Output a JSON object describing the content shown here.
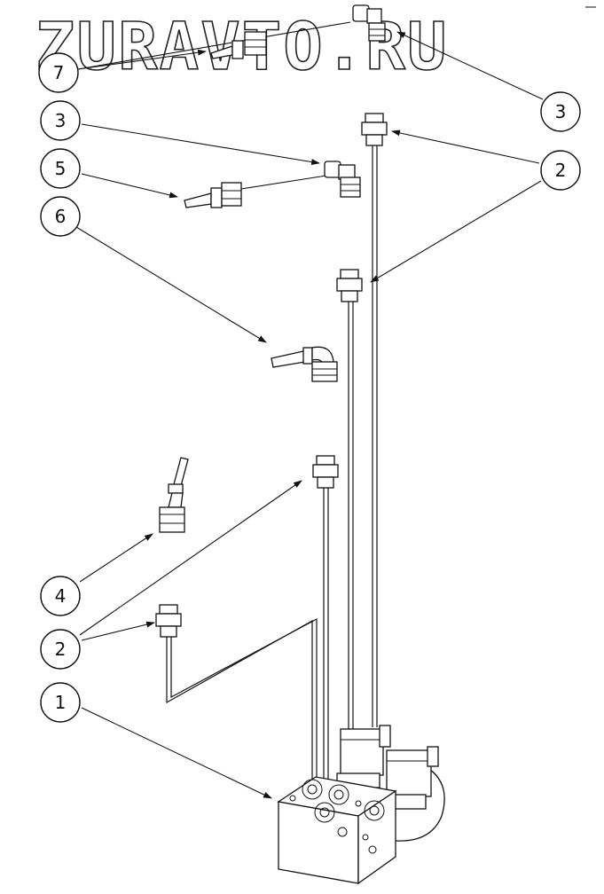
{
  "watermark": "ZURAVTO.RU",
  "callouts": [
    {
      "id": "c7",
      "label": "7"
    },
    {
      "id": "c3a",
      "label": "3"
    },
    {
      "id": "c3b",
      "label": "3"
    },
    {
      "id": "c5",
      "label": "5"
    },
    {
      "id": "c6",
      "label": "6"
    },
    {
      "id": "c2a",
      "label": "2"
    },
    {
      "id": "c4",
      "label": "4"
    },
    {
      "id": "c2b",
      "label": "2"
    },
    {
      "id": "c1",
      "label": "1"
    }
  ],
  "colors": {
    "line": "#111111",
    "background": "#ffffff"
  }
}
